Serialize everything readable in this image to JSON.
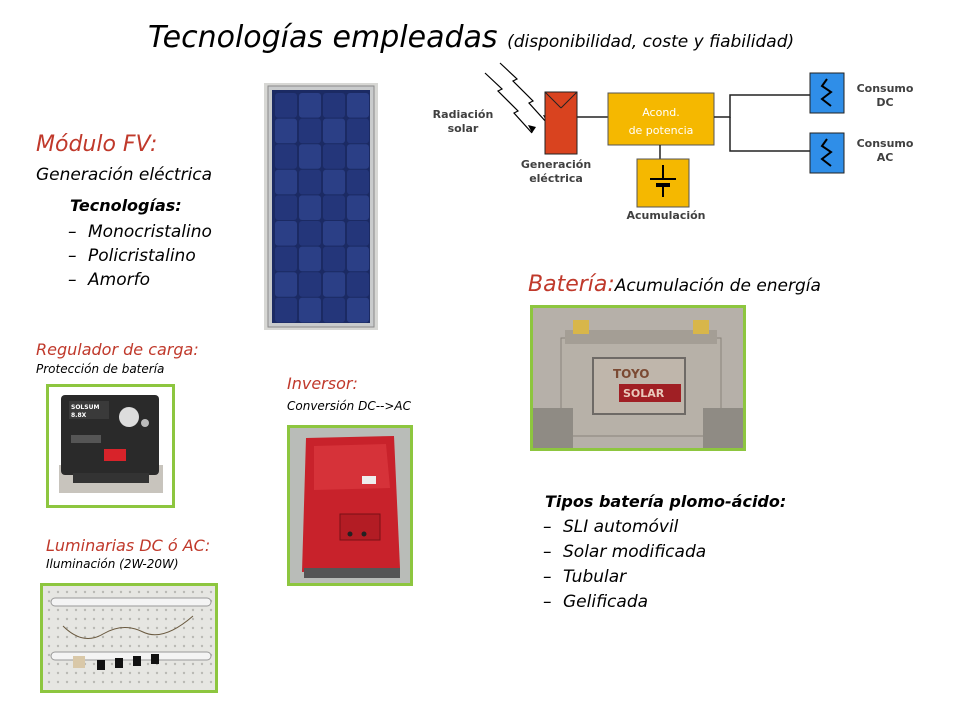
{
  "title": {
    "main": "Tecnologías empleadas",
    "sub": "(disponibilidad, coste y fiabilidad)"
  },
  "modulo": {
    "heading": "Módulo FV:",
    "subtitle": "Generación eléctrica",
    "tech_title": "Tecnologías:",
    "tech_items": [
      "Monocristalino",
      "Policristalino",
      "Amorfo"
    ]
  },
  "regulador": {
    "heading": "Regulador de carga:",
    "subtitle": "Protección de batería",
    "photo_text": [
      "SOLSUM",
      "8.8X"
    ]
  },
  "inversor": {
    "heading": "Inversor:",
    "subtitle": "Conversión DC-->AC"
  },
  "luminarias": {
    "heading": "Luminarias DC ó AC:",
    "subtitle": "Iluminación (2W-20W)"
  },
  "bateria": {
    "heading": "Batería:",
    "heading_small": "Acumulación de energía",
    "photo_text": [
      "TOYO",
      "SOLAR"
    ],
    "tipos_title": "Tipos batería plomo-ácido:",
    "tipos_items": [
      "SLI automóvil",
      "Solar modificada",
      "Tubular",
      "Gelificada"
    ]
  },
  "diagram": {
    "radiacion": [
      "Radiación",
      "solar"
    ],
    "generacion": [
      "Generación",
      "eléctrica"
    ],
    "acond": [
      "Acond.",
      "de potencia"
    ],
    "acumulacion": "Acumulación",
    "consumo_dc": [
      "Consumo",
      "DC"
    ],
    "consumo_ac": [
      "Consumo",
      "AC"
    ]
  },
  "colors": {
    "red_heading": "#c0392b",
    "frame_green": "#8dc63f",
    "acond_yellow": "#f5b800",
    "gen_red": "#d9431f",
    "load_blue": "#2f8ee8"
  }
}
